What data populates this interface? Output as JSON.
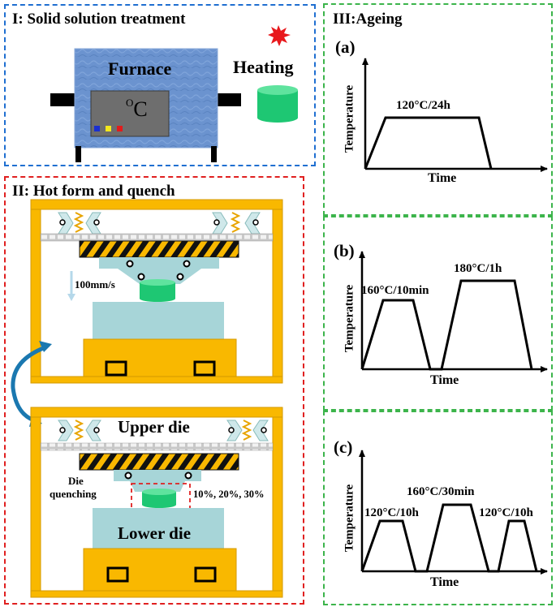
{
  "colors": {
    "blue_border": "#1f6fd1",
    "red_border": "#e02020",
    "green_border": "#3cb44b",
    "frame_yellow": "#f9b800",
    "die_teal": "#a7d5d8",
    "specimen_green": "#1ec773",
    "furnace_blue": "#6b93cf"
  },
  "panel1": {
    "title": "I:  Solid solution treatment",
    "furnace_label": "Furnace",
    "display_unit_sup": "O",
    "display_unit": "C",
    "heating_label": "Heating",
    "heating_icon": "spark-icon",
    "specimen_icon": "cylinder-specimen"
  },
  "panel2": {
    "title": "II:  Hot form and quench",
    "speed_label": "100mm/s",
    "upper_die_label": "Upper die",
    "die_quenching_line1": "Die",
    "die_quenching_line2": "quenching",
    "percent_label": "10%, 20%, 30%",
    "lower_die_label": "Lower die"
  },
  "panel3": {
    "title": "III:Ageing",
    "a": {
      "tag": "(a)",
      "ylabel": "Temperature",
      "xlabel": "Time",
      "steps": [
        "120°C/24h"
      ]
    },
    "b": {
      "tag": "(b)",
      "ylabel": "Temperature",
      "xlabel": "Time",
      "steps": [
        "160°C/10min",
        "180°C/1h"
      ]
    },
    "c": {
      "tag": "(c)",
      "ylabel": "Temperature",
      "xlabel": "Time",
      "steps": [
        "120°C/10h",
        "160°C/30min",
        "120°C/10h"
      ]
    }
  }
}
